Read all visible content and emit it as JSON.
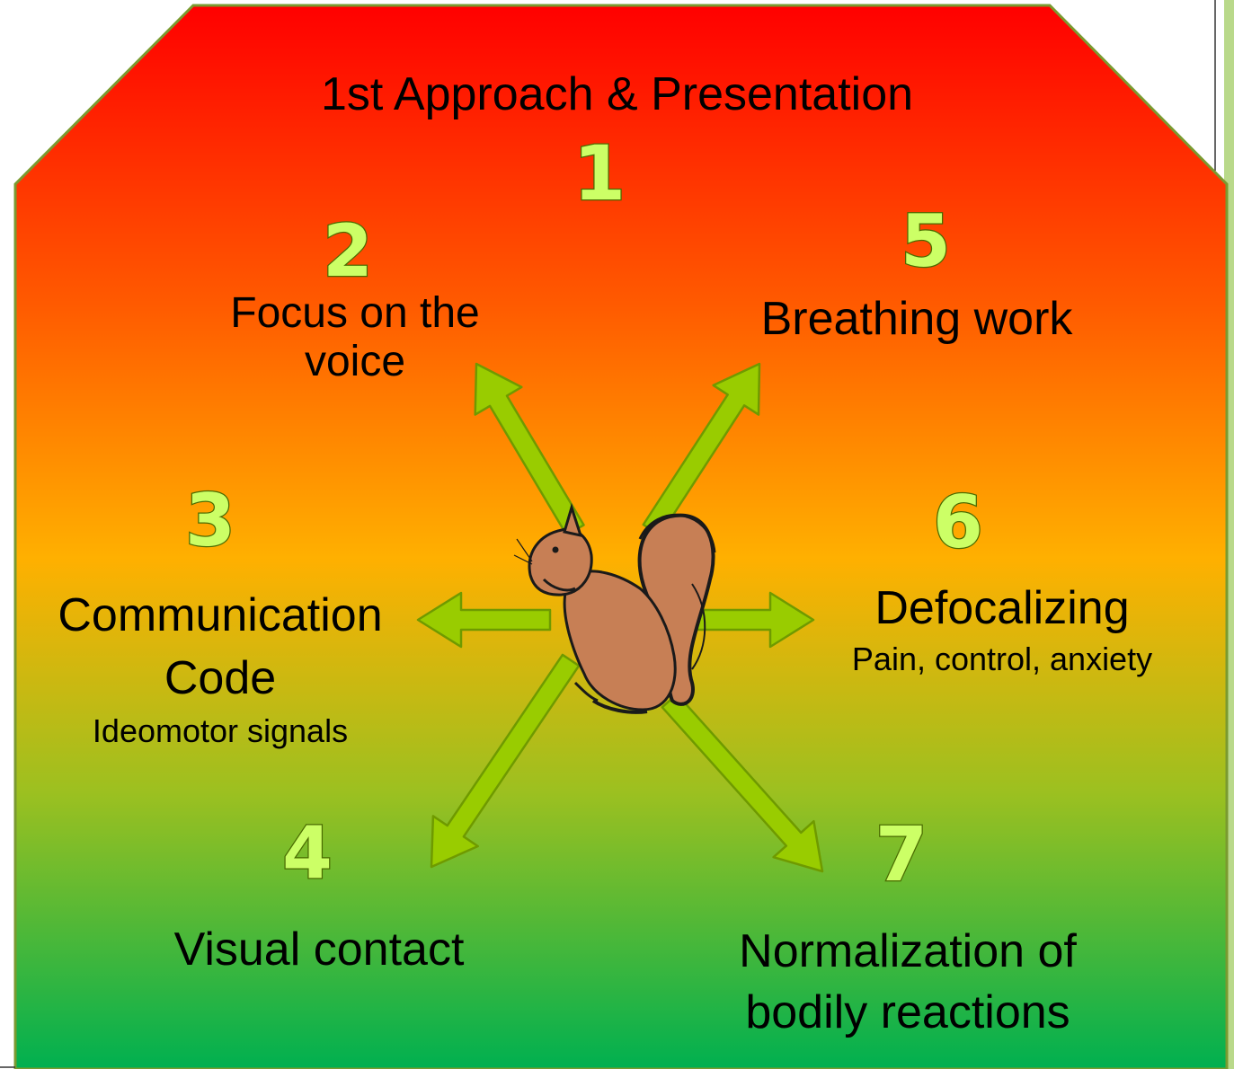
{
  "title": "1st Approach & Presentation",
  "colors": {
    "gradient_top": "#ff0000",
    "gradient_upper_mid": "#ff5a00",
    "gradient_mid": "#ffb000",
    "gradient_lower_mid": "#9cc020",
    "gradient_bottom": "#00b050",
    "arrow_fill": "#99cc00",
    "arrow_stroke": "#6f9a00",
    "number_fill": "#ccff66",
    "number_stroke": "#4a6b00",
    "squirrel_body": "#c77f55",
    "squirrel_outline": "#1a1a1a"
  },
  "central_icon": "squirrel-icon",
  "steps": [
    {
      "number": "1",
      "label": "1st Approach & Presentation",
      "sub": ""
    },
    {
      "number": "2",
      "label": "Focus on the voice",
      "sub": ""
    },
    {
      "number": "3",
      "label": "Communication Code",
      "sub": "Ideomotor signals"
    },
    {
      "number": "4",
      "label": "Visual contact",
      "sub": ""
    },
    {
      "number": "5",
      "label": "Breathing work",
      "sub": ""
    },
    {
      "number": "6",
      "label": "Defocalizing",
      "sub": "Pain, control, anxiety"
    },
    {
      "number": "7",
      "label": "Normalization of bodily reactions",
      "sub": ""
    }
  ]
}
